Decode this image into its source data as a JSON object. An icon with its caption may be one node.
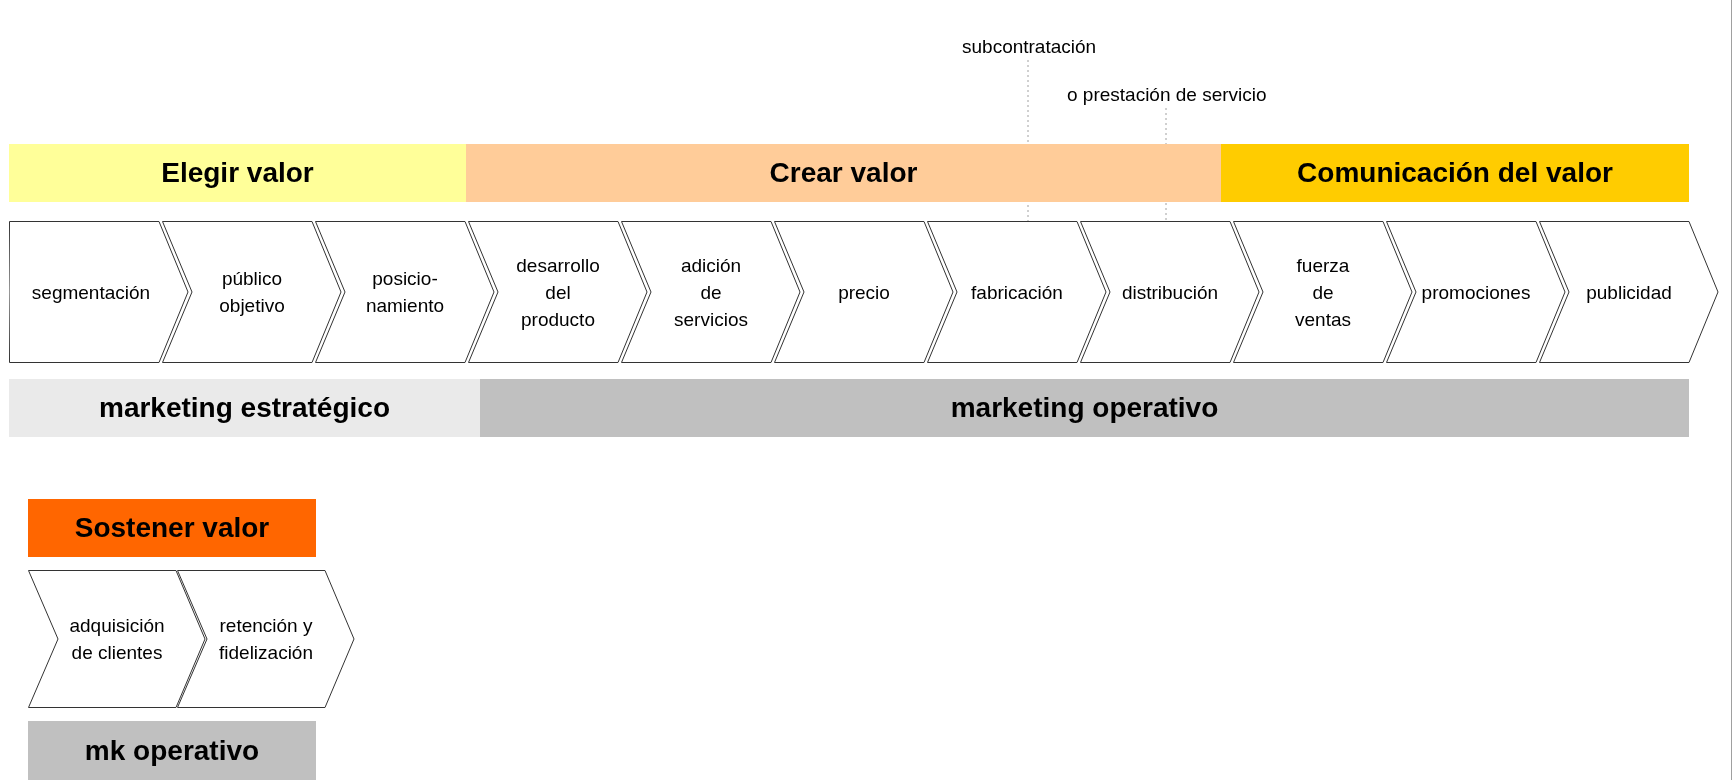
{
  "diagram": {
    "nodes": [
      {
        "text": [
          "subcontratación"
        ]
      },
      {
        "text": [
          "o prestación de servicio"
        ]
      },
      {
        "text": [
          "Elegir valor"
        ]
      },
      {
        "text": [
          "Crear valor"
        ]
      },
      {
        "text": [
          "Comunicación del valor"
        ]
      },
      {
        "text": [
          "segmentación"
        ]
      },
      {
        "text": [
          "público objetivo"
        ]
      },
      {
        "text": [
          "posicio- namiento"
        ]
      },
      {
        "text": [
          "desarrollo del producto"
        ]
      },
      {
        "text": [
          "adición de servicios"
        ]
      },
      {
        "text": [
          "precio"
        ]
      },
      {
        "text": [
          "fabricación"
        ]
      },
      {
        "text": [
          "distribución"
        ]
      },
      {
        "text": [
          "fuerza de ventas"
        ]
      },
      {
        "text": [
          "promociones"
        ]
      },
      {
        "text": [
          "publicidad"
        ]
      },
      {
        "text": [
          "marketing estratégico"
        ]
      },
      {
        "text": [
          "marketing operativo"
        ]
      },
      {
        "text": [
          "Sostener valor"
        ]
      },
      {
        "text": [
          "adquisición de clientes"
        ]
      },
      {
        "text": [
          "retención y fidelización"
        ]
      },
      {
        "text": [
          "mk operativo"
        ]
      }
    ],
    "edges": [
      {
        "from": 0,
        "to": 11,
        "arrow": "none",
        "style": "dashed"
      },
      {
        "from": 1,
        "to": 12,
        "arrow": "none",
        "style": "dashed"
      }
    ]
  }
}
